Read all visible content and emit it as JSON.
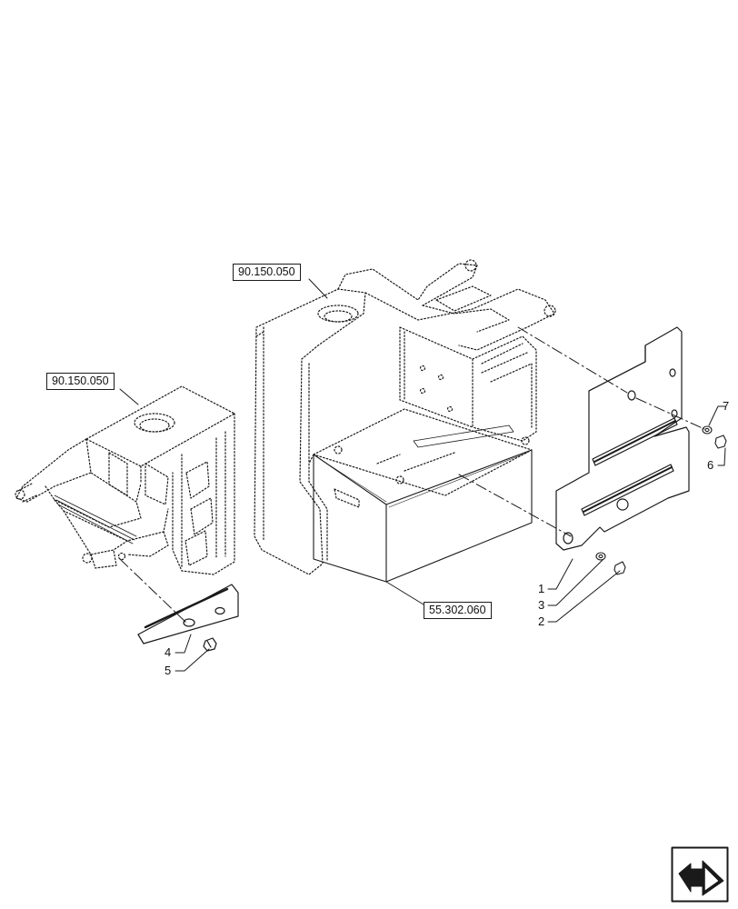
{
  "references": [
    {
      "id": "ref-left",
      "label": "90.150.050"
    },
    {
      "id": "ref-center",
      "label": "90.150.050"
    },
    {
      "id": "ref-bottom",
      "label": "55.302.060"
    }
  ],
  "callouts": [
    "1",
    "2",
    "3",
    "4",
    "5",
    "6",
    "7"
  ],
  "icons": {
    "navigation": "return-arrow-icon"
  },
  "colors": {
    "line": "#1a1a1a",
    "background": "#ffffff"
  }
}
